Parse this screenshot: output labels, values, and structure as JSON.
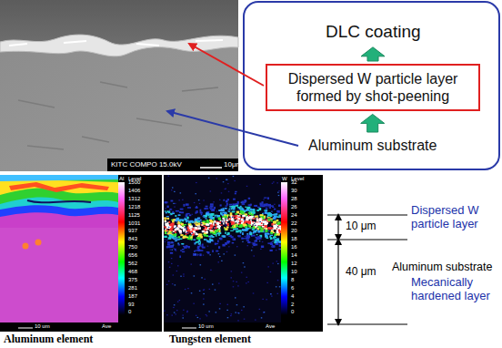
{
  "diagram": {
    "nodes": [
      {
        "text": [
          "DLC coating"
        ]
      },
      {
        "text": [
          "Dispersed W particle layer formed by shot-peening"
        ]
      },
      {
        "text": [
          "Aluminum substrate"
        ]
      }
    ],
    "edges": [
      {
        "from": 1,
        "to": 0,
        "arrow": "to"
      },
      {
        "from": 2,
        "to": 1,
        "arrow": "to"
      }
    ],
    "labels": [
      "KITC COMPO 15.0kV",
      "10μm",
      "Al",
      "Level",
      "1500",
      "1406",
      "1312",
      "1218",
      "1125",
      "1031",
      "937",
      "843",
      "750",
      "656",
      "562",
      "468",
      "375",
      "281",
      "187",
      "93",
      "0",
      "10 um",
      "Ave",
      "W",
      "Level",
      "32",
      "30",
      "28",
      "26",
      "24",
      "22",
      "20",
      "18",
      "16",
      "14",
      "12",
      "10",
      "8",
      "6",
      "4",
      "2",
      "0",
      "10 um",
      "Ave",
      "Aluminum element",
      "Tungsten element",
      "10 μm",
      "Dispersed W particle layer",
      "40 μm",
      "Aluminum substrate",
      "Mecanically hardened layer"
    ]
  }
}
